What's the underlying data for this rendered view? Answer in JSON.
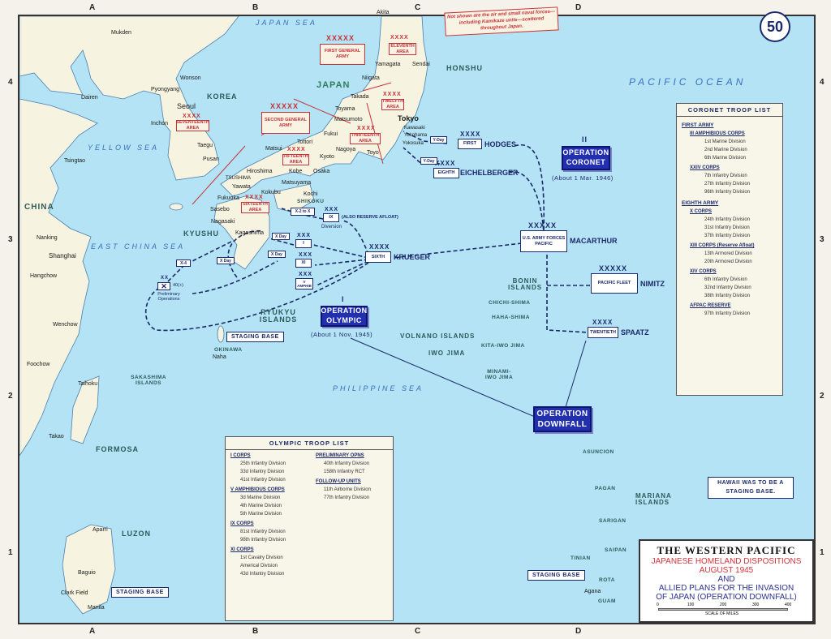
{
  "map_number": "50",
  "grid": {
    "columns": [
      "A",
      "B",
      "C",
      "D"
    ],
    "rows": [
      "4",
      "3",
      "2",
      "1"
    ]
  },
  "note": "Not shown are the air and small naval forces—including Kamikaze units—scattered throughout Japan.",
  "seas": {
    "japan_sea": "JAPAN SEA",
    "yellow_sea": "YELLOW SEA",
    "east_china_sea": "EAST CHINA SEA",
    "philippine_sea": "PHILIPPINE SEA",
    "pacific_ocean": "PACIFIC OCEAN"
  },
  "regions": {
    "korea": "KOREA",
    "japan": "JAPAN",
    "honshu": "HONSHU",
    "kyushu": "KYUSHU",
    "shikoku": "SHIKOKU",
    "china": "CHINA",
    "formosa": "FORMOSA",
    "luzon": "LUZON",
    "ryukyu": "RYUKYU ISLANDS",
    "okinawa": "OKINAWA",
    "sakashima": "SAKASHIMA ISLANDS",
    "bonin": "BONIN ISLANDS",
    "chichi": "CHICHI-SHIMA",
    "haha": "HAHA-SHIMA",
    "volcano": "VOLNANO ISLANDS",
    "iwo": "IWO JIMA",
    "kita_iwo": "KITA-IWO JIMA",
    "minami_iwo": "MINAMI-IWO JIMA",
    "asuncion": "ASUNCION",
    "pagan": "PAGAN",
    "mariana": "MARIANA ISLANDS",
    "sarigan": "SARIGAN",
    "saipan": "SAIPAN",
    "tinian": "TINIAN",
    "rota": "ROTA",
    "guam": "GUAM"
  },
  "places": {
    "mukden": "Mukden",
    "wonson": "Wonson",
    "pyongyang": "Pyongyang",
    "dairen": "Dairen",
    "seoul": "Seoul",
    "inchon": "Inchon",
    "taegu": "Taegu",
    "pusan": "Pusan",
    "tsingtao": "Tsingtao",
    "nanking": "Nanking",
    "shanghai": "Shanghai",
    "hangchow": "Hangchow",
    "wenchow": "Wenchow",
    "foochow": "Foochow",
    "taihoku": "Taihoku",
    "takao": "Takao",
    "aparri": "Aparri",
    "baguio": "Baguio",
    "clark": "Clark Field",
    "manila": "Manila",
    "akita": "Akita",
    "yamagata": "Yamagata",
    "sendai": "Sendai",
    "niigata": "Niigata",
    "takada": "Takada",
    "toyama": "Toyama",
    "matsumoto": "Matsumoto",
    "fukui": "Fukui",
    "tottori": "Tottori",
    "matsui": "Matsui",
    "nagoya": "Nagoya",
    "kyoto": "Kyoto",
    "toyo": "Toyo",
    "kobe": "Kobe",
    "osaka": "Osaka",
    "hiroshima": "Hiroshima",
    "tsushima": "TSUSHIMA",
    "yawata": "Yawata",
    "kokubu": "Kokubu",
    "matsuyama": "Matsuyama",
    "fukuoka": "Fukuoka",
    "kochi": "Kochi",
    "sasebo": "Sasebo",
    "nagasaki": "Nagasaki",
    "kagoshima": "Kagoshima",
    "naha": "Naha",
    "tokyo": "Tokyo",
    "kawasaki": "Kawasaki",
    "yokohama": "Yokohama",
    "yokosuka": "Yokosuka",
    "agana": "Agana"
  },
  "japanese_units": [
    {
      "echelon": "XXXXX",
      "name": "FIRST GENERAL ARMY"
    },
    {
      "echelon": "XXXXX",
      "name": "SECOND GENERAL ARMY"
    },
    {
      "echelon": "XXXX",
      "name": "ELEVENTH AREA"
    },
    {
      "echelon": "XXXX",
      "name": "TWELFTH AREA"
    },
    {
      "echelon": "XXXX",
      "name": "THIRTEENTH AREA"
    },
    {
      "echelon": "XXXX",
      "name": "FIFTEENTH AREA"
    },
    {
      "echelon": "XXXX",
      "name": "SIXTEENTH AREA"
    },
    {
      "echelon": "XXXX",
      "name": "SEVENTEENTH AREA"
    }
  ],
  "us_units": {
    "first": {
      "echelon": "XXXX",
      "name": "FIRST",
      "commander": "HODGES"
    },
    "eighth": {
      "echelon": "XXXX",
      "name": "EIGHTH",
      "commander": "EICHELBERGER"
    },
    "afpac": {
      "echelon": "XXXXX",
      "name": "U.S. ARMY FORCES PACIFIC",
      "commander": "MACARTHUR"
    },
    "fleet": {
      "echelon": "XXXXX",
      "name": "PACIFIC FLEET",
      "commander": "NIMITZ"
    },
    "twentieth": {
      "echelon": "XXXX",
      "name": "TWENTIETH",
      "commander": "SPAATZ"
    },
    "sixth": {
      "echelon": "XXXX",
      "name": "SIXTH",
      "commander": "KRUEGER"
    },
    "i_corps": {
      "echelon": "XXX",
      "name": "I"
    },
    "xi_corps": {
      "echelon": "XXX",
      "name": "XI"
    },
    "v_amphib": {
      "echelon": "XXX",
      "name": "V AMPHIB"
    },
    "ix_corps": {
      "echelon": "XXX",
      "name": "IX",
      "note": "(ALSO RESERVE AFLOAT)",
      "sub": "Diversion"
    },
    "div40": {
      "echelon": "XX",
      "name": "40(+)",
      "sub": "Preliminary Operations"
    }
  },
  "timing": {
    "x2": "X-2 to X",
    "xday": "X Day",
    "x4": "X-4",
    "yday": "Y-Day"
  },
  "operations": {
    "coronet": {
      "number": "II",
      "label": "OPERATION CORONET",
      "date": "(About 1 Mar. 1946)"
    },
    "olympic": {
      "number": "I",
      "label": "OPERATION OLYMPIC",
      "date": "(About 1 Nov. 1945)"
    },
    "downfall": {
      "label": "OPERATION DOWNFALL"
    }
  },
  "staging_base": "STAGING BASE",
  "hawaii_note": "HAWAII WAS TO BE A STAGING BASE.",
  "coronet_list": {
    "title": "CORONET TROOP LIST",
    "armies": [
      {
        "name": "FIRST ARMY",
        "corps": [
          {
            "name": "III AMPHIBIOUS CORPS",
            "units": [
              "1st Marine Division",
              "2nd Marine Division",
              "6th Marine Division"
            ]
          },
          {
            "name": "XXIV CORPS",
            "units": [
              "7th Infantry Division",
              "27th Infantry Division",
              "96th Infantry Division"
            ]
          }
        ]
      },
      {
        "name": "EIGHTH ARMY",
        "corps": [
          {
            "name": "X CORPS",
            "units": [
              "24th Infantry Division",
              "31st Infantry Division",
              "37th Infantry Division"
            ]
          },
          {
            "name": "XIII CORPS (Reserve Afloat)",
            "units": [
              "13th Armored Division",
              "20th Armored Division"
            ]
          },
          {
            "name": "XIV CORPS",
            "units": [
              "6th Infantry Division",
              "32nd Infantry Division",
              "38th Infantry Division"
            ]
          }
        ]
      },
      {
        "name": "AFPAC RESERVE",
        "units": [
          "97th Infantry Division"
        ]
      }
    ]
  },
  "olympic_list": {
    "title": "OLYMPIC TROOP LIST",
    "groups": [
      {
        "name": "I CORPS",
        "units": [
          "25th Infantry Division",
          "33d Infantry Division",
          "41st Infantry Division"
        ]
      },
      {
        "name": "V AMPHIBIOUS CORPS",
        "units": [
          "3d Marine Division",
          "4th Marine Division",
          "5th Marine Division"
        ]
      },
      {
        "name": "IX CORPS",
        "units": [
          "81st Infantry Division",
          "98th Infantry Division"
        ]
      },
      {
        "name": "XI CORPS",
        "units": [
          "1st Cavalry Division",
          "Americal Division",
          "43d Infantry Division"
        ]
      },
      {
        "name": "PRELIMINARY OPNS",
        "units": [
          "40th Infantry Division",
          "158th Infantry RCT"
        ]
      },
      {
        "name": "FOLLOW-UP UNITS",
        "units": [
          "11th Airborne Division",
          "77th Infantry Division"
        ]
      }
    ]
  },
  "title": {
    "main": "THE WESTERN PACIFIC",
    "line1": "JAPANESE HOMELAND DISPOSITIONS",
    "line2": "AUGUST 1945",
    "line3": "AND",
    "line4": "ALLIED PLANS FOR THE INVASION",
    "line5": "OF JAPAN (OPERATION DOWNFALL)",
    "scale_label": "SCALE OF MILES",
    "scale_ticks": [
      "0",
      "100",
      "200",
      "300",
      "400"
    ]
  },
  "colors": {
    "sea": "#b3e3f4",
    "land": "#f6f3e0",
    "japanese": "#c8323a",
    "allied": "#1c2a6b",
    "operation": "#2230b0"
  }
}
